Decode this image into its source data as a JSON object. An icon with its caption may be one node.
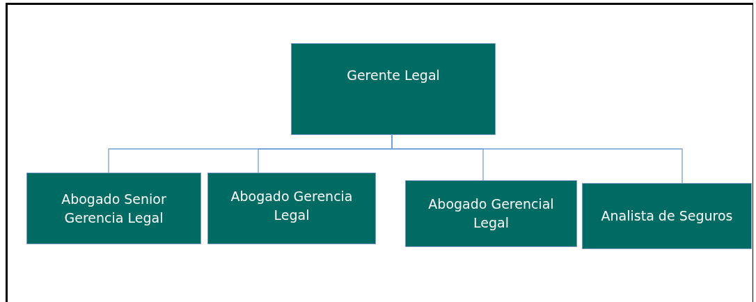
{
  "diagram": {
    "nodes": [
      {
        "text": [
          "Gerente Legal"
        ]
      },
      {
        "text": [
          "Abogado Senior Gerencia Legal"
        ]
      },
      {
        "text": [
          "Abogado Gerencia Legal"
        ]
      },
      {
        "text": [
          "Abogado Gerencial Legal"
        ]
      },
      {
        "text": [
          "Analista de Seguros"
        ]
      }
    ],
    "edges": [
      {
        "from": 0,
        "to": 1,
        "arrow": "none"
      },
      {
        "from": 0,
        "to": 2,
        "arrow": "none"
      },
      {
        "from": 0,
        "to": 3,
        "arrow": "none"
      },
      {
        "from": 0,
        "to": 4,
        "arrow": "none"
      }
    ]
  }
}
